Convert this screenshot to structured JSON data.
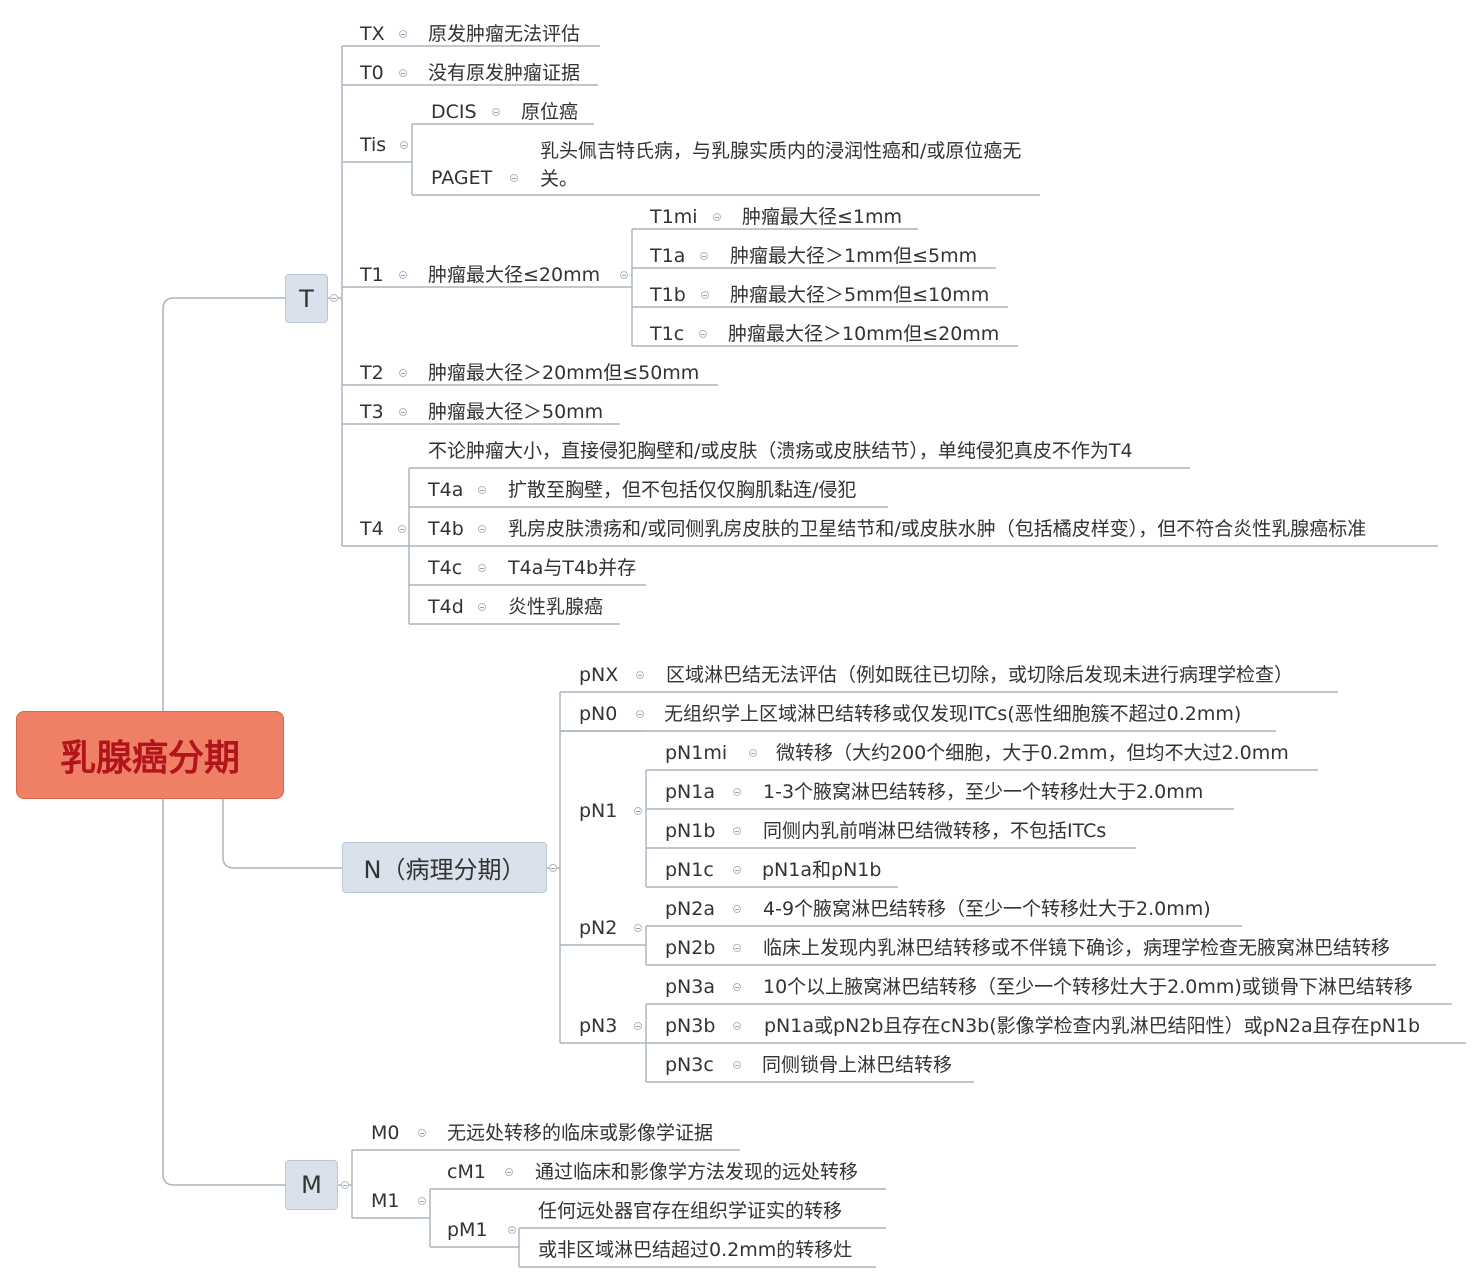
{
  "root": "乳腺癌分期",
  "colors": {
    "root_fill": "#ef8066",
    "root_text": "#b3131b",
    "branch_fill": "#d9e2ec",
    "line": "#aab6c2"
  },
  "T": {
    "label": "T",
    "TX": {
      "code": "TX",
      "desc": "原发肿瘤无法评估"
    },
    "T0": {
      "code": "T0",
      "desc": "没有原发肿瘤证据"
    },
    "Tis": {
      "code": "Tis",
      "DCIS": {
        "code": "DCIS",
        "desc": "原位癌"
      },
      "PAGET": {
        "code": "PAGET",
        "desc": "乳头佩吉特氏病，与乳腺实质内的浸润性癌和/或原位癌无关。"
      }
    },
    "T1": {
      "code": "T1",
      "desc": "肿瘤最大径≤20mm",
      "T1mi": {
        "code": "T1mi",
        "desc": "肿瘤最大径≤1mm"
      },
      "T1a": {
        "code": "T1a",
        "desc": "肿瘤最大径＞1mm但≤5mm"
      },
      "T1b": {
        "code": "T1b",
        "desc": "肿瘤最大径＞5mm但≤10mm"
      },
      "T1c": {
        "code": "T1c",
        "desc": "肿瘤最大径＞10mm但≤20mm"
      }
    },
    "T2": {
      "code": "T2",
      "desc": "肿瘤最大径＞20mm但≤50mm"
    },
    "T3": {
      "code": "T3",
      "desc": "肿瘤最大径＞50mm"
    },
    "T4": {
      "code": "T4",
      "note": "不论肿瘤大小，直接侵犯胸壁和/或皮肤（溃疡或皮肤结节），单纯侵犯真皮不作为T4",
      "T4a": {
        "code": "T4a",
        "desc": "扩散至胸壁，但不包括仅仅胸肌黏连/侵犯"
      },
      "T4b": {
        "code": "T4b",
        "desc": "乳房皮肤溃疡和/或同侧乳房皮肤的卫星结节和/或皮肤水肿（包括橘皮样变），但不符合炎性乳腺癌标准"
      },
      "T4c": {
        "code": "T4c",
        "desc": "T4a与T4b并存"
      },
      "T4d": {
        "code": "T4d",
        "desc": "炎性乳腺癌"
      }
    }
  },
  "N": {
    "label": "N（病理分期）",
    "pNX": {
      "code": "pNX",
      "desc": "区域淋巴结无法评估（例如既往已切除，或切除后发现未进行病理学检查）"
    },
    "pN0": {
      "code": "pN0",
      "desc": "无组织学上区域淋巴结转移或仅发现ITCs(恶性细胞簇不超过0.2mm)"
    },
    "pN1": {
      "code": "pN1",
      "pN1mi": {
        "code": "pN1mi",
        "desc": "微转移（大约200个细胞，大于0.2mm，但均不大过2.0mm"
      },
      "pN1a": {
        "code": "pN1a",
        "desc": "1-3个腋窝淋巴结转移，至少一个转移灶大于2.0mm"
      },
      "pN1b": {
        "code": "pN1b",
        "desc": "同侧内乳前哨淋巴结微转移，不包括ITCs"
      },
      "pN1c": {
        "code": "pN1c",
        "desc": "pN1a和pN1b"
      }
    },
    "pN2": {
      "code": "pN2",
      "pN2a": {
        "code": "pN2a",
        "desc": "4-9个腋窝淋巴结转移（至少一个转移灶大于2.0mm)"
      },
      "pN2b": {
        "code": "pN2b",
        "desc": "临床上发现内乳淋巴结转移或不伴镜下确诊，病理学检查无腋窝淋巴结转移"
      }
    },
    "pN3": {
      "code": "pN3",
      "pN3a": {
        "code": "pN3a",
        "desc": "10个以上腋窝淋巴结转移（至少一个转移灶大于2.0mm)或锁骨下淋巴结转移"
      },
      "pN3b": {
        "code": "pN3b",
        "desc": "pN1a或pN2b且存在cN3b(影像学检查内乳淋巴结阳性）或pN2a且存在pN1b"
      },
      "pN3c": {
        "code": "pN3c",
        "desc": "同侧锁骨上淋巴结转移"
      }
    }
  },
  "M": {
    "label": "M",
    "M0": {
      "code": "M0",
      "desc": "无远处转移的临床或影像学证据"
    },
    "M1": {
      "code": "M1",
      "cM1": {
        "code": "cM1",
        "desc": "通过临床和影像学方法发现的远处转移"
      },
      "pM1": {
        "code": "pM1",
        "desc1": "任何远处器官存在组织学证实的转移",
        "desc2": "或非区域淋巴结超过0.2mm的转移灶"
      }
    }
  }
}
